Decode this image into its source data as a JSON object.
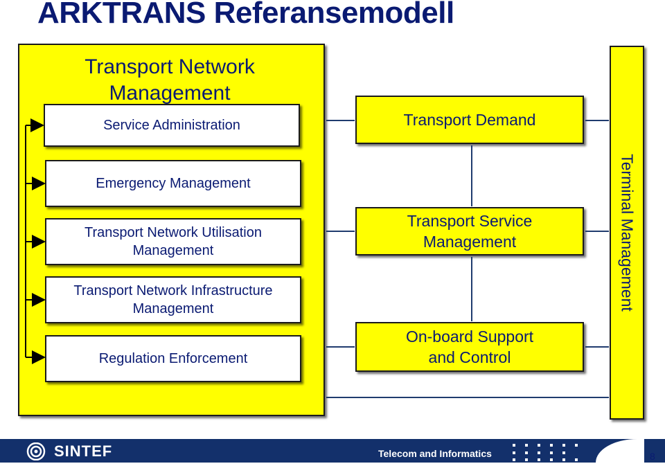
{
  "title": "ARKTRANS Referansemodell",
  "tnm": {
    "title": "Transport Network\nManagement",
    "boxes": [
      "Service Administration",
      "Emergency Management",
      "Transport Network Utilisation\nManagement",
      "Transport Network Infrastructure\nManagement",
      "Regulation Enforcement"
    ]
  },
  "middle": {
    "boxes": [
      "Transport Demand",
      "Transport Service\nManagement",
      "On-board Support\nand Control"
    ]
  },
  "terminal": {
    "label": "Terminal Management"
  },
  "footer": {
    "logo": "SINTEF",
    "department": "Telecom and Informatics",
    "page": "8"
  },
  "colors": {
    "yellow": "#ffff00",
    "navy": "#0a1a72",
    "footer_bar": "#13306b",
    "connector": "#1f3b6e"
  },
  "icons": [
    "sintef-logo-icon",
    "arrow-right-icon"
  ]
}
